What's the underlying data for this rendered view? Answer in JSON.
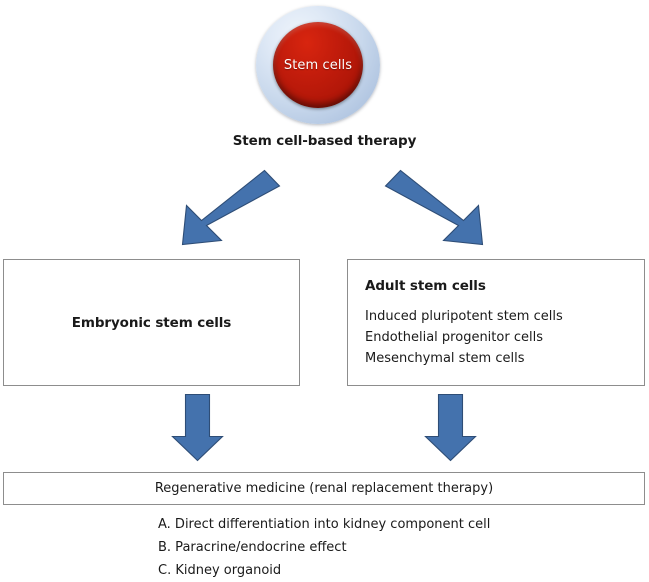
{
  "figure": {
    "root": {
      "node_label": "Stem cells",
      "caption": "Stem cell-based therapy"
    },
    "branches": [
      {
        "id": "embryonic",
        "title": "Embryonic stem cells",
        "items": []
      },
      {
        "id": "adult",
        "title": "Adult stem cells",
        "items": [
          "Induced pluripotent stem cells",
          "Endothelial progenitor cells",
          "Mesenchymal stem cells"
        ]
      }
    ],
    "outcome": {
      "title": "Regenerative medicine (renal replacement therapy)",
      "items": [
        "A. Direct differentiation into kidney component cell",
        "B. Paracrine/endocrine effect",
        "C. Kidney organoid"
      ]
    },
    "arrows": [
      {
        "name": "arrow-root-to-embryonic",
        "direction": "down-left"
      },
      {
        "name": "arrow-root-to-adult",
        "direction": "down-right"
      },
      {
        "name": "arrow-embryonic-to-outcome",
        "direction": "down"
      },
      {
        "name": "arrow-adult-to-outcome",
        "direction": "down"
      }
    ],
    "colors": {
      "arrow_fill": "#4472ad",
      "arrow_stroke": "#2e4d76",
      "cell_membrane": "#c8d8ec",
      "cell_core": "#c01d0c",
      "box_border": "#8d8d8d",
      "text": "#1a1a1a",
      "background": "#ffffff"
    }
  }
}
